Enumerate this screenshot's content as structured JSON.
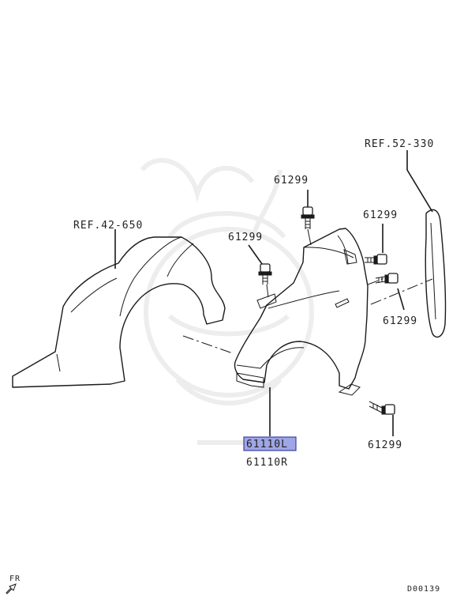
{
  "labels": {
    "ref_right": "REF.52-330",
    "ref_left": "REF.42-650",
    "bolt_top": "61299",
    "bolt_left": "61299",
    "bolt_upper_right": "61299",
    "bolt_mid_right": "61299",
    "bolt_bottom": "61299",
    "part_highlighted": "61110L",
    "part_other": "61110R",
    "front_direction": "FR",
    "diagram_id": "D00139"
  },
  "colors": {
    "highlight_fill": "#9fa6e6",
    "highlight_border": "#3d3fa3",
    "line": "#1a1a1a"
  }
}
